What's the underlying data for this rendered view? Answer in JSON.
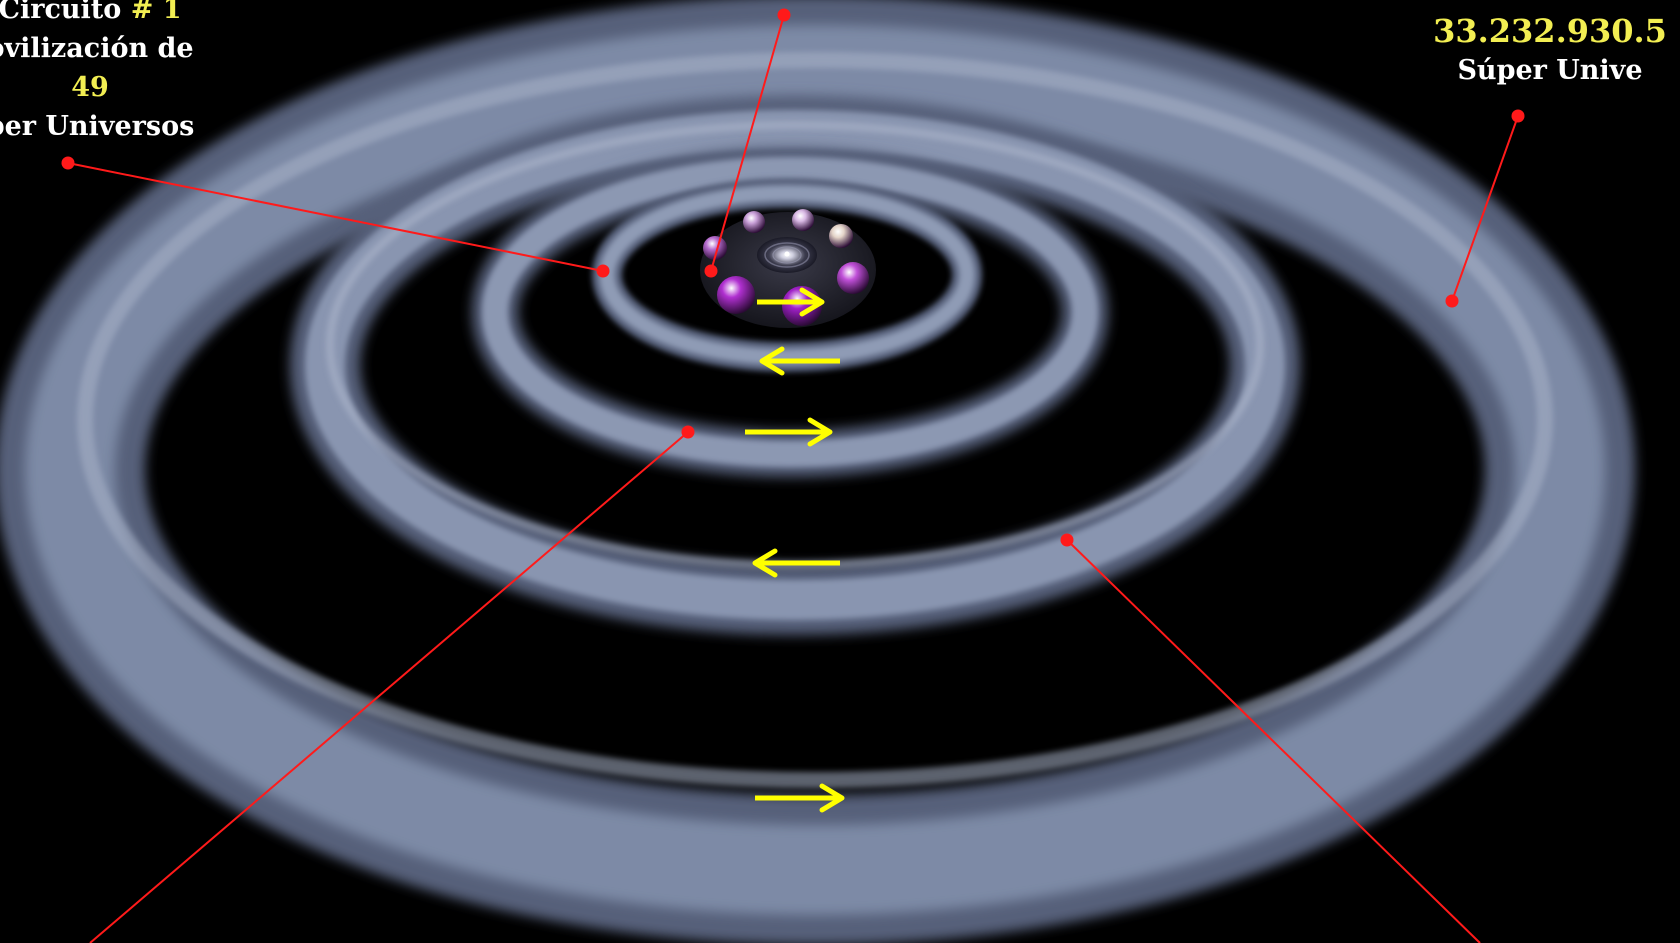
{
  "labels": {
    "left": {
      "line1_prefix": "Circuito ",
      "line1_highlight": "# 1",
      "line2": "ovilización de",
      "line3": "49",
      "line4": "per Universos"
    },
    "right": {
      "line1": "33.232.930.5",
      "line2": "Súper Unive"
    }
  },
  "colors": {
    "background": "#000000",
    "ring": "#9aa8c0",
    "arrow": "#ffff00",
    "pointer": "#ff1a1a",
    "highlight_text": "#f2ee52",
    "text": "#ffffff"
  },
  "rings": [
    {
      "name": "ring-1"
    },
    {
      "name": "ring-2"
    },
    {
      "name": "ring-3"
    },
    {
      "name": "ring-4"
    }
  ],
  "arrows": [
    {
      "name": "arrow-core",
      "direction": "right"
    },
    {
      "name": "arrow-ring-1",
      "direction": "left"
    },
    {
      "name": "arrow-ring-2",
      "direction": "right"
    },
    {
      "name": "arrow-ring-3",
      "direction": "left"
    },
    {
      "name": "arrow-ring-4",
      "direction": "right"
    }
  ],
  "spheres": [
    {
      "name": "sphere-1",
      "color": "#b86ed0"
    },
    {
      "name": "sphere-2",
      "color": "#c9a0d8"
    },
    {
      "name": "sphere-3",
      "color": "#d8b8e4"
    },
    {
      "name": "sphere-4",
      "color": "#e4d4c8"
    },
    {
      "name": "sphere-5",
      "color": "#c050d8"
    },
    {
      "name": "sphere-6",
      "color": "#b030d0"
    },
    {
      "name": "sphere-7",
      "color": "#a020c8"
    }
  ]
}
